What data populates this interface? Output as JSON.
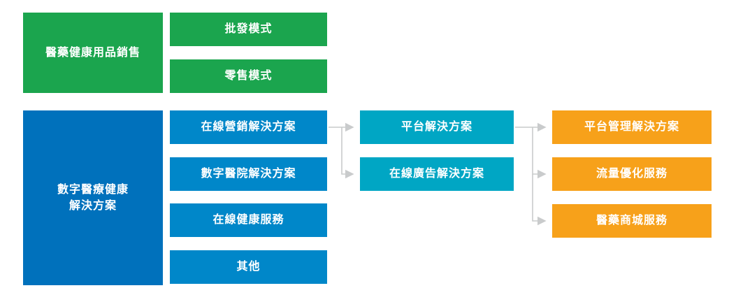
{
  "diagram": {
    "title": "",
    "colors": {
      "green": "#1ba54e",
      "blue_dark": "#0071bc",
      "blue": "#0087c9",
      "teal": "#00a6c4",
      "orange": "#f7a11a",
      "arrow": "#c9cbcc",
      "text": "#ffffff"
    },
    "nodes": {
      "pharma_sales": "醫藥健康用品銷售",
      "wholesale": "批發模式",
      "retail": "零售模式",
      "digital_health_line1": "數字醫療健康",
      "digital_health_line2": "解決方案",
      "online_marketing": "在線營銷解決方案",
      "digital_hospital": "數字醫院解決方案",
      "online_health": "在線健康服務",
      "others": "其他",
      "platform_solution": "平台解決方案",
      "online_ad_solution": "在線廣告解決方案",
      "platform_management": "平台管理解決方案",
      "traffic_optimization": "流量優化服務",
      "pharma_mall": "醫藥商城服務"
    },
    "edges": [
      {
        "from": "online_marketing",
        "to": "platform_solution"
      },
      {
        "from": "online_marketing",
        "to": "online_ad_solution"
      },
      {
        "from": "platform_solution",
        "to": "platform_management"
      },
      {
        "from": "platform_solution",
        "to": "traffic_optimization"
      },
      {
        "from": "platform_solution",
        "to": "pharma_mall"
      }
    ]
  }
}
